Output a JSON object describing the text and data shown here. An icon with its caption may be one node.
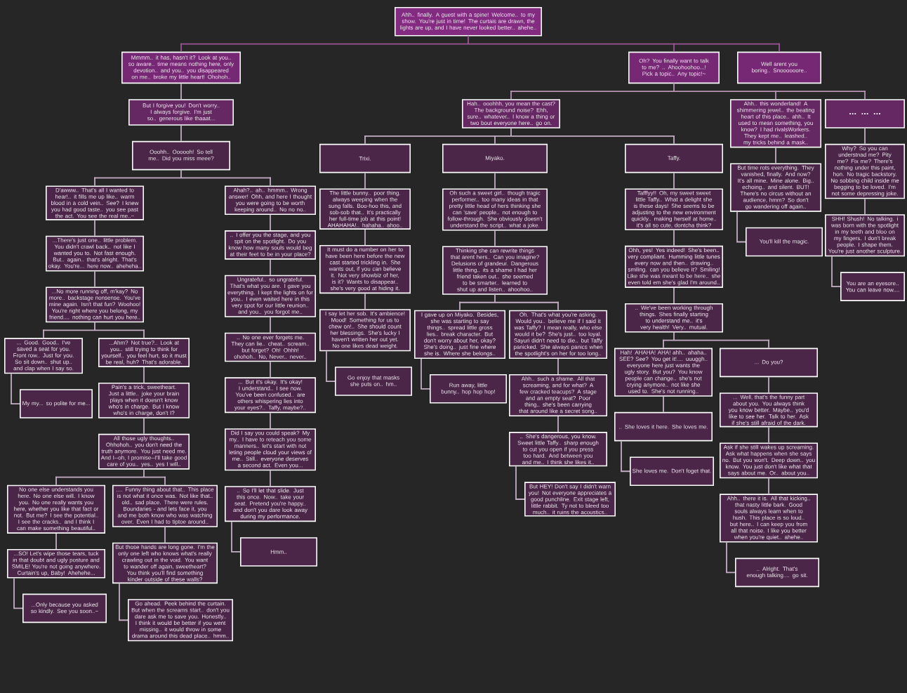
{
  "diagram": {
    "nodes": [
      {
        "text": [
          "Ahh.. finally. A guest with a spine! Welcome.. to my show. You're just in time! The curtais are drawn, the lights are up, and I have never looked better.. ahehe.."
        ]
      },
      {
        "text": [
          "Mmmm.. it has, hasn't it? Look at you.. so aware.. time means nothing here, only devotion.. and you.. you disappeared on me.. broke my little heart! Ohohoh.."
        ]
      },
      {
        "text": [
          "Oh? You finally want to talk to me? .. Ahoohoohoo...! Pick a topic.. Any topic!~"
        ]
      },
      {
        "text": [
          "Well arent you boring.. Snoooooore.."
        ]
      },
      {
        "text": [
          "But I forgive you! Don't worry.. I always forgive. I'm just so.. generous like thaaat..."
        ]
      },
      {
        "text": [
          "Ooohh.. Oooooh! So tell me.. Did you miss meee?"
        ]
      },
      {
        "text": [
          "D'awww.. That's all I wanted to hear!.. it fills me up like.. warm blood in a cold vein.. See? I knew you had good taste.. you see past the act. You see the real me..~"
        ]
      },
      {
        "text": [
          "Ahah?.. ah.. hmmm.. Wrong answer! Ohh, and here I thought you were going to be worth keeping around.. No no no.."
        ]
      },
      {
        "text": [
          "...There's just one.. little problem. You didn't crawl back.. not like I wanted you to. Not fast enough. But.. again.. that's alright. That's okay. You're... here now.. aheheha.."
        ]
      },
      {
        "text": [
          "...No more running off, m'kay? No more.. backstage nonsense. You've mine again. Isn't that fun? Woohoo! You're right where you belong, my friend.... nothing can hurt you here.."
        ]
      },
      {
        "text": [
          "... Good. Good.. I've saved a seat for you. Front row.. Just for you. So sit down.. shut up.. and clap when I say so."
        ]
      },
      {
        "text": [
          "...Ahm? Not true?.. Look at you.. still trying to think for yourself.. you feel hurt, so it must be real, huh? That's adorable."
        ]
      },
      {
        "text": [
          "My my... so polite for me..."
        ]
      },
      {
        "text": [
          "Pain's a trick, sweetheart. Just a little.. joke your brain plays when it doesn't know who's in charge. But I know who's in charge, don't I?"
        ]
      },
      {
        "text": [
          "All those ugly thoughts.. Ohhohoh.. you don't need the truth anymore. You just need me. And I--oh, I promise--I'll take good care of you.. yes.. yes I will.."
        ]
      },
      {
        "text": [
          "No one else understands you here. No one else will. I know you. No one really wants you here, whether you like that fact or not. But me? I see the potential.. I see the cracks.. and I think I can make something beautiful.."
        ]
      },
      {
        "text": [
          ".... Funny thing about that.. This place is not what it once was. Not like that.. old.. sad place. There were rules. Boundaries - and lets face it, you and me both know who was watching over. Even I had to tiptoe around.."
        ]
      },
      {
        "text": [
          "...SO! Let's wipe those tears, tuck in that doubt and ugly posture and SMILE! You're not going anywhere. Curtain's up, Baby! Ahehehe..."
        ]
      },
      {
        "text": [
          "...Only because you asked so kindly. See you soon..~"
        ]
      },
      {
        "text": [
          "But those hands are long gone. I'm the only one left who knows what's really crawling out in the void. You want to wander off again, sweetheart? You think you'll find something kinder outside of these walls?"
        ]
      },
      {
        "text": [
          "Go ahead. Peek behind the curtain. But when the screams start.. don't you dare ask me to save you. Honestly.. I think it would be better if you went missing.. it would throw in some drama around this dead place.. hmm.."
        ]
      },
      {
        "text": [
          ".. I offer you the stage, and you spit on the spotlight. Do you know how many souls would beg at their feet to be in your place?"
        ]
      },
      {
        "text": [
          "Ungrateful.. so ungrateful. That's what you are. I gave you everything. I kept the lights on for you.. I even waited here in this very spot for our little reunion.. and you.. you forgot me.."
        ]
      },
      {
        "text": [
          ".. No one ever forgets me. They can lie.. cheat.. scream.. but forget? Oh! Ohhh! ohohoh.. No, Never.. never.."
        ]
      },
      {
        "text": [
          "... But it's okay. It's okay! I understand.. I see now. You've been confused.. are others whispering lies into your eyes?.. Taffy, maybe?.."
        ]
      },
      {
        "text": [
          "Did I say you could speak? My my.. I have to reteach you some manners.. let's start with not leting people cloud your views of me.. Still.. everyone deserves a second act. Even you..."
        ]
      },
      {
        "text": [
          ".. So I'll let that slide. Just this once. Now.. take your seat. Pretend you're happy.. and don't you dare look away during my performance."
        ]
      },
      {
        "text": [
          "Hmm.."
        ]
      },
      {
        "text": [
          "Hah.. ooohhh, you mean the cast? The background noise? Ehh, sure.. whatever.. I know a thing or two bout everyone here.. go on."
        ]
      },
      {
        "text": [
          "Ahh.. this wonderland! A shimmering jewel.. the beating heart of this place.. ahh.. It used to mean something, you know? I had rivalsWorkers. They kept me.. leashed.. my tricks behind a mask.."
        ]
      },
      {
        "text": [
          "... ... ..."
        ]
      },
      {
        "text": [
          "Trixi."
        ]
      },
      {
        "text": [
          "Miyako."
        ]
      },
      {
        "text": [
          "Taffy."
        ]
      },
      {
        "text": [
          "The little bunny.. poor thing. always weeping when the sung falls. Boo-hoo this, and sob-sob that.. It's practically her full-time job at this point! AHAHAHA!.. hahaha.. ahoo.."
        ]
      },
      {
        "text": [
          "It must do a number on her to have been here before the new cast started trickling in. She wants out, if you can believe it. Not very showbiz of her, is it? Wants to disappear.. she's very good at hiding it."
        ]
      },
      {
        "text": [
          "I say let her sob. It's ambience! Mood! Something for us to chew on!.. She should count her blessings. She's lucky I haven't written her out yet. No one likes dead weight."
        ]
      },
      {
        "text": [
          "Go enjoy that masks she puts on.. hm.."
        ]
      },
      {
        "text": [
          "Oh such a sweet girl.. though tragic performer.. too many ideas in that pretty little head of hers thinking she can 'save' people.. not enough to follow-through. She obviously doesn't understand the script.. what a joke."
        ]
      },
      {
        "text": [
          "Thinking she can rewrite things that arent hers.. Can you imagine? Delusions of grandeur. Dangerous little thing.. its a shame I had her friend taken out.. she seemed to be smarter.. learned to shut up and listen.. ahoohoo.."
        ]
      },
      {
        "text": [
          "I gave up on Miyako. Besides, she was starting to say things.. spread little gross lies.. break character. But don't worry about her, okay? She's doing.. just fine where she is. Where she belongs.."
        ]
      },
      {
        "text": [
          "Oh. That's what you're asking. Would you.. believe me if I said it was Taffy? I mean really, who else would it be? She's just.. too loyal. Sayuri didn't need to die.. but Taffy panicked. She always panics when the spotlight's on her for too long.."
        ]
      },
      {
        "text": [
          "Run away, little bunny.. hop hop hop!"
        ]
      },
      {
        "text": [
          "Ahh.. such a shame. All that screaming, and for what? A few cracked teacups? A stage and an empty seat? Poor thing.. she's been carrying that around like a secret song.."
        ]
      },
      {
        "text": [
          ".. She's dangerous, you know. Sweet little Taffy.. sharp enough to cut you open if you press too hard. And between you and me.. I think she likes it.."
        ]
      },
      {
        "text": [
          "But HEY! Don't say I didn't warn you! Not everyone appreciates a good punchline. Exit stage left, little rabbit. Ty not to bleed too much.. it ruins the acoustics.."
        ]
      },
      {
        "text": [
          "Tafffyy!! Oh, my sweet sweet little Taffy.. What a delight she is these days! She seems to be adjusting to the new environment quickly.. making herself at home.. it's all so cute, dontcha think?"
        ]
      },
      {
        "text": [
          "Ohh, yes! Yes indeed! She's been.. very compliant. Humming little tunes every now and then.. drawing.. smiling. can you believe it? Smiling! Like she was meant to be here.. she even told em she's glad I'm around.."
        ]
      },
      {
        "text": [
          ".. We've been working through things. Shes finally starting to understand me.. it's very health! Very.. mutual."
        ]
      },
      {
        "text": [
          "Hah! AHAHA! AHA! ahh.. ahaha.. SEE? See? You get it!.... uuuggh.. everyone here just wants the ugly story. But you? You know people can change.. she's not crying anymore.. not like she used to. She's not running.."
        ]
      },
      {
        "text": [
          "... Do you?"
        ]
      },
      {
        "text": [
          ".. She loves it here. She loves me."
        ]
      },
      {
        "text": [
          "She loves me. Don't foget that."
        ]
      },
      {
        "text": [
          "... Well, that's the funny part about you. You always think you know better. Maybe.. you'd like to see her. Talk to her. Ask if she's still afraid of the dark."
        ]
      },
      {
        "text": [
          "Ask if she still wakes up screaming. Ask what happens when she says no. But you won't. Deep down.. you know. You just don't like what that says about me. Or.. about you.."
        ]
      },
      {
        "text": [
          "Ahh.. there it is. All that kicking.. that nasty little bark. Good souls always learn when to hush. This place is so loud.. but here.. I can keep you from all that noise. I like you better when you're quiet.. ahehe.."
        ]
      },
      {
        "text": [
          ".. Alright. That's enough talking.... go sit."
        ]
      },
      {
        "text": [
          "But time rots everything. They vanished, finally. And now? It's all mine. Mine alone. Big.. echoing.. and silent. BUT! There's no circus without an audience, hmm? So don't go wandering off again.."
        ]
      },
      {
        "text": [
          "You'll kill the magic."
        ]
      },
      {
        "text": [
          "Why? So you can understnad me? Pity me? Fix me? There's nothing under this paint, hon. No tragic backstory. No sobbing child inside me begging to be loved. I'm not some depressing joke."
        ]
      },
      {
        "text": [
          "SHH! Shush! No talking. i was born with the spotlight in my teeth and bloo on my fingers. I don't break people. I shape them. You're just another sculpture."
        ]
      },
      {
        "text": [
          "You are an eyesore.. You can leave now...."
        ]
      }
    ],
    "edges": [
      {
        "from": 0,
        "to": 1,
        "arrow": "none",
        "color": "#9b5597"
      },
      {
        "from": 0,
        "to": 2,
        "arrow": "none",
        "color": "#9b5597"
      },
      {
        "from": 0,
        "to": 3,
        "arrow": "none",
        "color": "#9b5597"
      },
      {
        "from": 1,
        "to": 4,
        "arrow": "none"
      },
      {
        "from": 4,
        "to": 5,
        "arrow": "none"
      },
      {
        "from": 5,
        "to": 6,
        "arrow": "none"
      },
      {
        "from": 5,
        "to": 7,
        "arrow": "none"
      },
      {
        "from": 6,
        "to": 8,
        "arrow": "none"
      },
      {
        "from": 8,
        "to": 9,
        "arrow": "none"
      },
      {
        "from": 9,
        "to": 10,
        "arrow": "none"
      },
      {
        "from": 9,
        "to": 11,
        "arrow": "none"
      },
      {
        "from": 10,
        "to": 12,
        "arrow": "none"
      },
      {
        "from": 11,
        "to": 13,
        "arrow": "none"
      },
      {
        "from": 13,
        "to": 14,
        "arrow": "none"
      },
      {
        "from": 14,
        "to": 15,
        "arrow": "none"
      },
      {
        "from": 14,
        "to": 16,
        "arrow": "none"
      },
      {
        "from": 15,
        "to": 17,
        "arrow": "none"
      },
      {
        "from": 17,
        "to": 18,
        "arrow": "none"
      },
      {
        "from": 16,
        "to": 19,
        "arrow": "none"
      },
      {
        "from": 19,
        "to": 20,
        "arrow": "none"
      },
      {
        "from": 7,
        "to": 21,
        "arrow": "none"
      },
      {
        "from": 21,
        "to": 22,
        "arrow": "none"
      },
      {
        "from": 22,
        "to": 23,
        "arrow": "none"
      },
      {
        "from": 23,
        "to": 24,
        "arrow": "none"
      },
      {
        "from": 24,
        "to": 25,
        "arrow": "none"
      },
      {
        "from": 25,
        "to": 26,
        "arrow": "none"
      },
      {
        "from": 26,
        "to": 27,
        "arrow": "none"
      },
      {
        "from": 2,
        "to": 28,
        "arrow": "none",
        "color": "#b893b5"
      },
      {
        "from": 2,
        "to": 29,
        "arrow": "none",
        "color": "#b893b5"
      },
      {
        "from": 2,
        "to": 30,
        "arrow": "none",
        "color": "#b893b5"
      },
      {
        "from": 28,
        "to": 31,
        "arrow": "none"
      },
      {
        "from": 28,
        "to": 32,
        "arrow": "none"
      },
      {
        "from": 28,
        "to": 33,
        "arrow": "none"
      },
      {
        "from": 31,
        "to": 34,
        "arrow": "none"
      },
      {
        "from": 34,
        "to": 35,
        "arrow": "none"
      },
      {
        "from": 35,
        "to": 36,
        "arrow": "none"
      },
      {
        "from": 36,
        "to": 37,
        "arrow": "none"
      },
      {
        "from": 32,
        "to": 38,
        "arrow": "none"
      },
      {
        "from": 38,
        "to": 39,
        "arrow": "none"
      },
      {
        "from": 39,
        "to": 40,
        "arrow": "none"
      },
      {
        "from": 39,
        "to": 41,
        "arrow": "none"
      },
      {
        "from": 40,
        "to": 42,
        "arrow": "none"
      },
      {
        "from": 41,
        "to": 43,
        "arrow": "none"
      },
      {
        "from": 43,
        "to": 44,
        "arrow": "none"
      },
      {
        "from": 44,
        "to": 45,
        "arrow": "none"
      },
      {
        "from": 33,
        "to": 46,
        "arrow": "none"
      },
      {
        "from": 46,
        "to": 47,
        "arrow": "none"
      },
      {
        "from": 47,
        "to": 48,
        "arrow": "none"
      },
      {
        "from": 48,
        "to": 49,
        "arrow": "none"
      },
      {
        "from": 48,
        "to": 50,
        "arrow": "none"
      },
      {
        "from": 49,
        "to": 51,
        "arrow": "none"
      },
      {
        "from": 51,
        "to": 52,
        "arrow": "none"
      },
      {
        "from": 50,
        "to": 53,
        "arrow": "none"
      },
      {
        "from": 53,
        "to": 54,
        "arrow": "none"
      },
      {
        "from": 54,
        "to": 55,
        "arrow": "none"
      },
      {
        "from": 55,
        "to": 56,
        "arrow": "none"
      },
      {
        "from": 29,
        "to": 57,
        "arrow": "none"
      },
      {
        "from": 57,
        "to": 58,
        "arrow": "none"
      },
      {
        "from": 30,
        "to": 59,
        "arrow": "none"
      },
      {
        "from": 59,
        "to": 60,
        "arrow": "none"
      },
      {
        "from": 60,
        "to": 61,
        "arrow": "none"
      }
    ]
  }
}
